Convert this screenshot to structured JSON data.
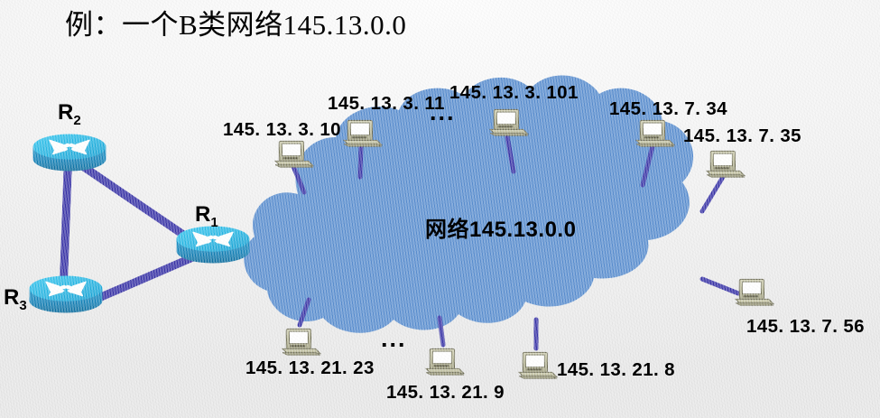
{
  "title": "例：一个B类网络145.13.0.0",
  "cloud": {
    "label": "网络145.13.0.0",
    "color": "#5b8fd0"
  },
  "colors": {
    "link": "#3b36a8",
    "stem": "#3b36a8",
    "router_top": "#2ab6e4",
    "router_body": "#1683b9",
    "computer_body": "#b9b897",
    "computer_screen": "#ffffff",
    "text": "#000000",
    "background": "#f0f0f0"
  },
  "routers": [
    {
      "name": "R1",
      "label": "R",
      "sub": "1"
    },
    {
      "name": "R2",
      "label": "R",
      "sub": "2"
    },
    {
      "name": "R3",
      "label": "R",
      "sub": "3"
    }
  ],
  "hosts": [
    {
      "name": "host-145-13-3-10",
      "ip": "145. 13. 3. 10"
    },
    {
      "name": "host-145-13-3-11",
      "ip": "145. 13. 3. 11"
    },
    {
      "name": "host-145-13-3-101",
      "ip": "145. 13. 3. 101"
    },
    {
      "name": "host-145-13-7-34",
      "ip": "145. 13. 7. 34"
    },
    {
      "name": "host-145-13-7-35",
      "ip": "145. 13. 7. 35"
    },
    {
      "name": "host-145-13-7-56",
      "ip": "145. 13. 7. 56"
    },
    {
      "name": "host-145-13-21-23",
      "ip": "145. 13. 21. 23"
    },
    {
      "name": "host-145-13-21-9",
      "ip": "145. 13. 21. 9"
    },
    {
      "name": "host-145-13-21-8",
      "ip": "145. 13. 21. 8"
    }
  ],
  "ellipsis": {
    "top": "...",
    "bottom": "..."
  }
}
